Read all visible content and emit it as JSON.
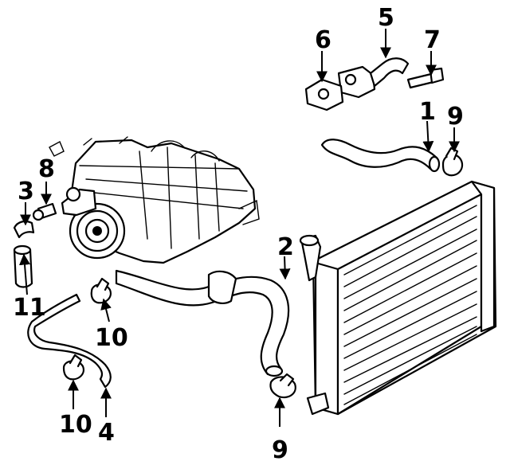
{
  "diagram": {
    "callouts": {
      "p1": "1",
      "p2": "2",
      "p3": "3",
      "p4": "4",
      "p5": "5",
      "p6": "6",
      "p7": "7",
      "p8": "8",
      "p9_top": "9",
      "p9_bottom": "9",
      "p10_upper": "10",
      "p10_lower": "10",
      "p11": "11"
    }
  }
}
